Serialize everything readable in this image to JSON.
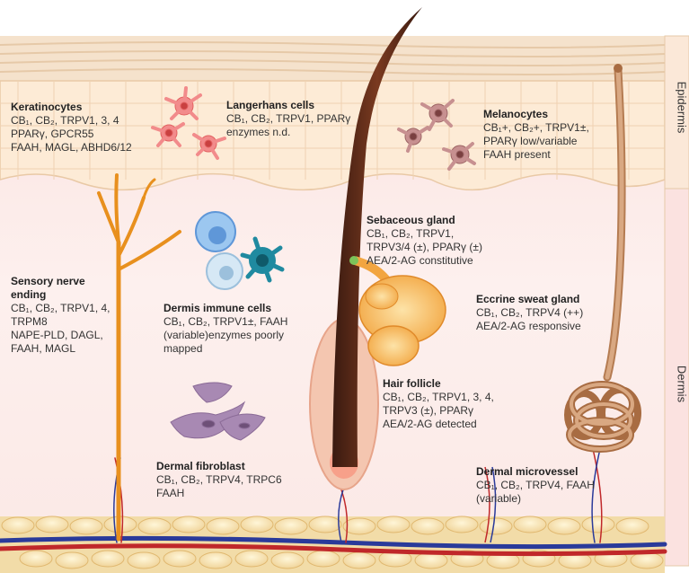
{
  "side_labels": {
    "epidermis": "Epidermis",
    "dermis": "Dermis"
  },
  "labels": [
    {
      "id": "keratinocytes",
      "title": "Keratinocytes",
      "lines": [
        "CB₁, CB₂, TRPV1, 3, 4",
        "PPARγ, GPCR55",
        "FAAH, MAGL, ABHD6/12"
      ]
    },
    {
      "id": "langerhans",
      "title": "Langerhans cells",
      "lines": [
        "CB₁, CB₂, TRPV1, PPARγ",
        "enzymes n.d."
      ]
    },
    {
      "id": "melanocytes",
      "title": "Melanocytes",
      "lines": [
        "CB₁+, CB₂+, TRPV1±,",
        "PPARγ low/variable",
        "FAAH present"
      ]
    },
    {
      "id": "sebaceous",
      "title": "Sebaceous gland",
      "lines": [
        "CB₁, CB₂, TRPV1,",
        "TRPV3/4 (±), PPARγ (±)",
        "AEA/2-AG constitutive"
      ]
    },
    {
      "id": "sensory-nerve",
      "title": "Sensory nerve",
      "lines": [
        "ending",
        "CB₁, CB₂, TRPV1, 4,",
        "TRPM8",
        "NAPE-PLD, DAGL,",
        "FAAH, MAGL"
      ]
    },
    {
      "id": "immune",
      "title": "Dermis immune cells",
      "lines": [
        "CB₁, CB₂, TRPV1±, FAAH",
        "(variable)enzymes poorly",
        "mapped"
      ]
    },
    {
      "id": "eccrine",
      "title": "Eccrine sweat gland",
      "lines": [
        "CB₁, CB₂, TRPV4 (++)",
        "AEA/2-AG responsive"
      ]
    },
    {
      "id": "hair-follicle",
      "title": "Hair follicle",
      "lines": [
        "CB₁, CB₂, TRPV1, 3, 4,",
        "TRPV3 (±), PPARγ",
        "AEA/2-AG detected"
      ]
    },
    {
      "id": "fibroblast",
      "title": "Dermal fibroblast",
      "lines": [
        "CB₁, CB₂, TRPV4, TRPC6",
        "FAAH"
      ]
    },
    {
      "id": "microvessel",
      "title": "Dermal microvessel",
      "lines": [
        "CB₁, CB₂, TRPV4,  FAAH",
        "(variable)"
      ]
    }
  ]
}
